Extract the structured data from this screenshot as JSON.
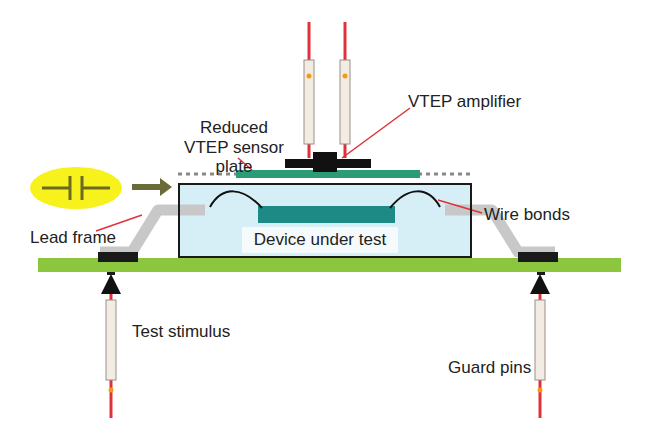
{
  "diagram": {
    "nodes": [
      {
        "text": [
          "Device under test"
        ]
      }
    ],
    "labels": [
      "Reduced VTEP sensor plate",
      "VTEP amplifier",
      "Wire bonds",
      "Lead frame",
      "Test stimulus",
      "Guard pins"
    ]
  }
}
